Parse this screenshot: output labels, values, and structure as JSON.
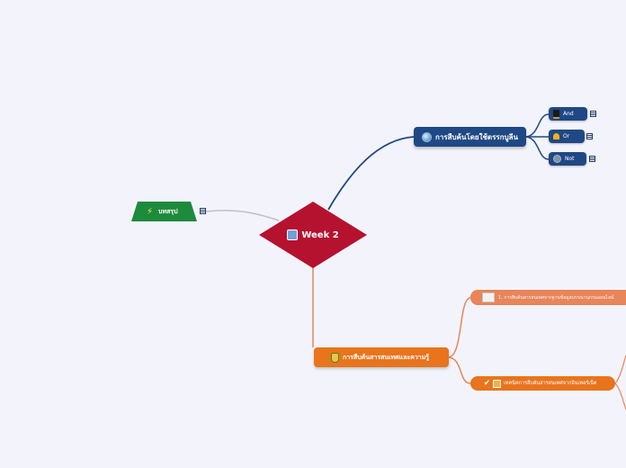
{
  "root": {
    "label": "Week 2",
    "icon": "globe-blocks-icon",
    "color": "#b5122f"
  },
  "branches": {
    "logic": {
      "label": "การสืบค้นโดยใช้ตรรกบูลีน",
      "icon": "globe-icon",
      "color": "#1f4884",
      "children": [
        {
          "label": "And",
          "icon": "hat-icon"
        },
        {
          "label": "Or",
          "icon": "bell-icon"
        },
        {
          "label": "Not",
          "icon": "gear-icon"
        }
      ]
    },
    "search": {
      "label": "การสืบค้นสารสนเทศและความรู้",
      "icon": "shield-icon",
      "color": "#e8741d",
      "children": [
        {
          "label": "1. การสืบค้นสารสนเทศจากฐานข้อมูลบรรณานุกรมออนไลน์",
          "icon": "document-icon"
        },
        {
          "label": "เทคนิคการสืบค้นสารสนเทศจากอินเทอร์เน็ต",
          "icon": "check-icon"
        }
      ]
    },
    "summary": {
      "label": "บทสรุป",
      "icon": "lightning-icon",
      "color": "#1e8a3c"
    }
  }
}
